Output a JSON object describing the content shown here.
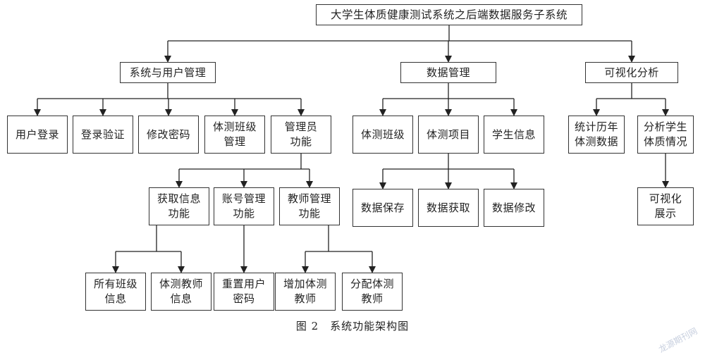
{
  "diagram": {
    "root": "大学生体质健康测试系统之后端数据服务子系统",
    "modules": {
      "system_user": "系统与用户管理",
      "data_mgmt": "数据管理",
      "visual": "可视化分析"
    },
    "system_user_items": {
      "user_login": "用户登录",
      "login_verify": "登录验证",
      "change_password": "修改密码",
      "class_mgmt": "体测班级\n管理",
      "admin_functions": "管理员\n功能"
    },
    "admin_items": {
      "get_info": "获取信息\n功能",
      "account_mgmt": "账号管理\n功能",
      "teacher_mgmt": "教师管理\n功能"
    },
    "get_info_items": {
      "all_classes": "所有班级\n信息",
      "pe_teacher_info": "体测教师\n信息"
    },
    "account_items": {
      "reset_password": "重置用户\n密码"
    },
    "teacher_items": {
      "add_teacher": "增加体测\n教师",
      "assign_teacher": "分配体测\n教师"
    },
    "data_items": {
      "pe_class": "体测班级",
      "pe_item": "体测项目",
      "student_info": "学生信息"
    },
    "pe_item_items": {
      "data_save": "数据保存",
      "data_fetch": "数据获取",
      "data_modify": "数据修改"
    },
    "visual_items": {
      "history_stats": "统计历年\n体测数据",
      "analyze_health": "分析学生\n体质情况"
    },
    "analyze_items": {
      "visual_display": "可视化\n展示"
    }
  },
  "caption": "图 2　系统功能架构图",
  "watermark": "龙源期刊网"
}
